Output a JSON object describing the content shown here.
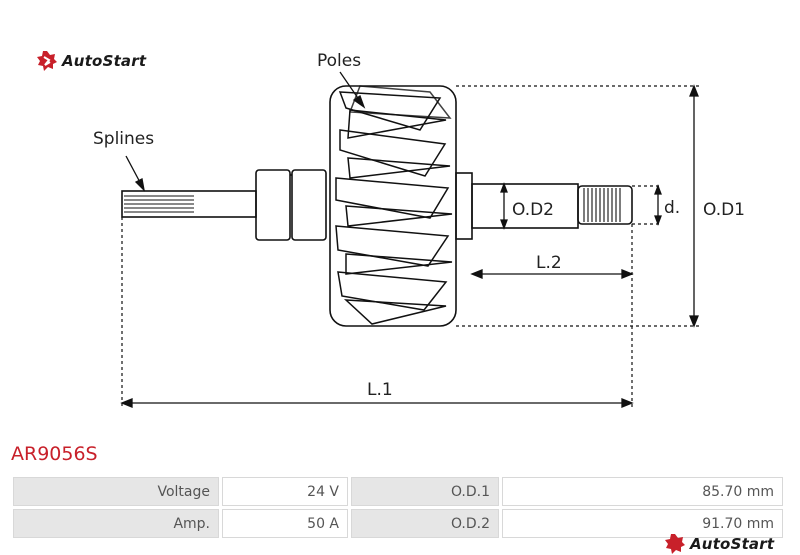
{
  "brand": {
    "name": "AutoStart",
    "accent": "#c8202a"
  },
  "diagram": {
    "labels": {
      "poles": "Poles",
      "splines": "Splines",
      "od1": "O.D1",
      "od2": "O.D2",
      "d": "d.",
      "l1": "L.1",
      "l2": "L.2"
    }
  },
  "part_code": "AR9056S",
  "specs": [
    {
      "label": "Voltage",
      "value": "24 V",
      "label2": "O.D.1",
      "value2": "85.70 mm"
    },
    {
      "label": "Amp.",
      "value": "50 A",
      "label2": "O.D.2",
      "value2": "91.70 mm"
    }
  ]
}
